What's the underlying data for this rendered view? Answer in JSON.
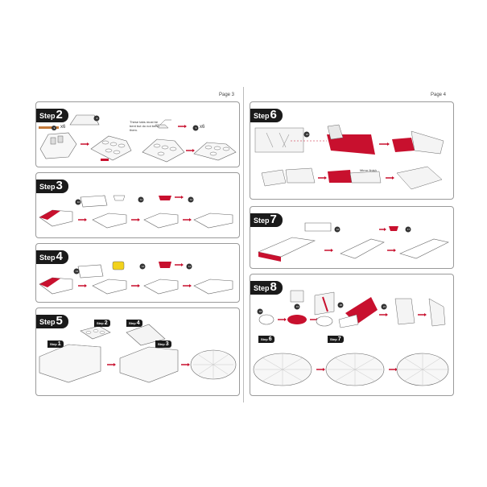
{
  "left_page": {
    "page_label": "Page 3",
    "steps": [
      {
        "word": "Step",
        "number": "2"
      },
      {
        "word": "Step",
        "number": "3"
      },
      {
        "word": "Step",
        "number": "4"
      },
      {
        "word": "Step",
        "number": "5"
      }
    ]
  },
  "right_page": {
    "page_label": "Page 4",
    "steps": [
      {
        "word": "Step",
        "number": "6"
      },
      {
        "word": "Step",
        "number": "7"
      },
      {
        "word": "Step",
        "number": "8"
      }
    ]
  },
  "annotations": {
    "qty_1": "x6",
    "qty_2": "x6",
    "tabs_note": "These tabs must be bent but do not bend them.",
    "mirror_finish": "Mirror finish",
    "sub_step_1": {
      "word": "Step",
      "number": "1"
    },
    "sub_step_2": {
      "word": "Step",
      "number": "2"
    },
    "sub_step_3": {
      "word": "Step",
      "number": "3"
    },
    "sub_step_4": {
      "word": "Step",
      "number": "4"
    },
    "sub_step_6": {
      "word": "Step",
      "number": "6"
    },
    "sub_step_7": {
      "word": "Step",
      "number": "7"
    }
  },
  "part_numbers": {
    "s2_a": "8",
    "s2_b": "9",
    "s2_c": "9",
    "s3_a": "10",
    "s3_b": "11",
    "s3_c": "12",
    "s4_a": "13",
    "s4_b": "14",
    "s4_c": "12",
    "s6_a": "15",
    "s7_a": "16",
    "s7_b": "17",
    "s8_a": "18",
    "s8_b": "19",
    "s8_c": "20",
    "s8_d": "21"
  },
  "colors": {
    "accent_red": "#c8102e",
    "highlight_yellow": "#f2d21b",
    "step_tag": "#1a1a1a",
    "panel_border": "#9a9a9a"
  }
}
